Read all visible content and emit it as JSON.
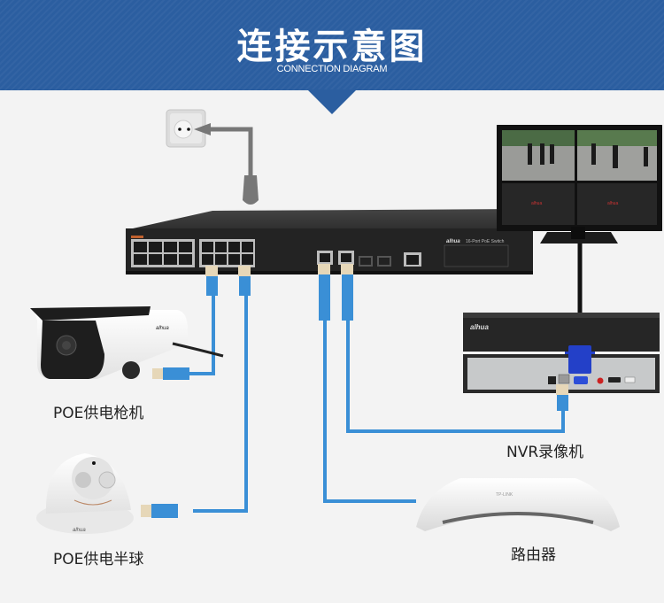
{
  "header": {
    "title": "连接示意图",
    "subtitle": "CONNECTION DIAGRAM",
    "background_color": "#2b5ea0"
  },
  "devices": {
    "power_outlet": {
      "icon": "power-outlet-icon"
    },
    "switch": {
      "brand": "alhua",
      "model_text": "16-Port PoE Switch",
      "poe_ports": 16,
      "uplink_ports": 2,
      "sfp_ports": 2,
      "console_ports": 1
    },
    "monitor": {
      "brand": "alhua",
      "view_tiles": 4
    },
    "nvr": {
      "brand": "alhua"
    },
    "bullet_camera": {
      "brand": "alhua"
    },
    "dome_camera": {
      "brand": "alhua"
    },
    "router": {
      "brand": "TP-LINK"
    }
  },
  "labels": {
    "bullet_camera": "POE供电枪机",
    "dome_camera": "POE供电半球",
    "nvr": "NVR录像机",
    "router": "路由器"
  },
  "colors": {
    "cable": "#3a8fd6",
    "vga": "#2340c8",
    "device_dark": "#2a2a2a",
    "power_cord": "#777777"
  }
}
